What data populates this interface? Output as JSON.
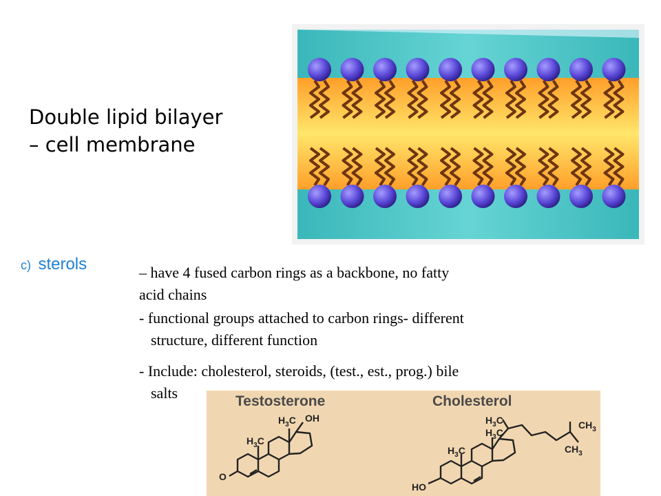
{
  "heading": {
    "line1": "Double lipid bilayer",
    "line2": "– cell membrane"
  },
  "section": {
    "letter": "c)",
    "topic": "sterols"
  },
  "description": {
    "line1": "– have 4 fused carbon rings as a backbone, no fatty",
    "line2": "acid chains",
    "line3": "- functional groups attached to carbon rings- different",
    "line4": "structure, different function",
    "line5": "- Include: cholesterol, steroids, (test., est., prog.) bile",
    "line6": "salts"
  },
  "structures": {
    "left_title": "Testosterone",
    "right_title": "Cholesterol",
    "labels": {
      "h3c": "H",
      "three": "3",
      "c": "C",
      "oh": "OH",
      "ho": "HO",
      "o": "O",
      "ch3": "CH",
      "ch3_sub": "3"
    }
  },
  "colors": {
    "water": "#47c3c5",
    "core": "#ffcf4d",
    "head": "#5a48d8",
    "tail": "#6e3512",
    "paper": "#f4dcb8",
    "accent": "#1f7fd6"
  }
}
